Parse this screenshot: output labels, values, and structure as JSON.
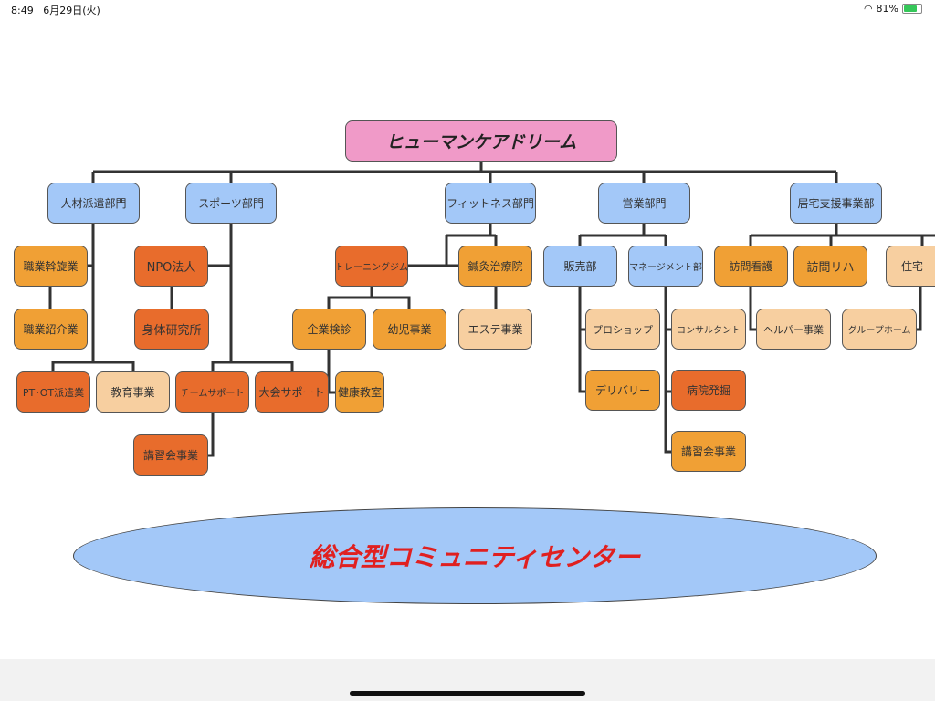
{
  "status_bar": {
    "time": "8:49",
    "date": "6月29日(火)",
    "battery": "81%",
    "battery_level": 0.81
  },
  "root": "ヒューマンケアドリーム",
  "departments": [
    "人材派遣部門",
    "スポーツ部門",
    "フィットネス部門",
    "営業部門",
    "居宅支援事業部"
  ],
  "units": {
    "shokugyo_assen": "職業斡旋業",
    "shokugyo_shokai": "職業紹介業",
    "ptot": "PT･OT派遣業",
    "kyoiku": "教育事業",
    "npo": "NPO法人",
    "shintai": "身体研究所",
    "team": "チームサポート",
    "taikai": "大会サポート",
    "koshu1": "講習会事業",
    "gym": "トレーニングジム",
    "kigyo": "企業検診",
    "yoji": "幼児事業",
    "kenko": "健康教室",
    "shinkyu": "鍼灸治療院",
    "este": "エステ事業",
    "hanbai": "販売部",
    "proshop": "プロショップ",
    "delivery": "デリバリー",
    "management": "マネージメント部",
    "consult": "コンサルタント",
    "byoin": "病院発掘",
    "koshu2": "講習会事業",
    "homon_kango": "訪問看護",
    "helper": "ヘルパー事業",
    "homon_reha": "訪問リハ",
    "jutaku": "住宅",
    "group_home": "グループホーム"
  },
  "center": "総合型コミュニティセンター",
  "colors": {
    "department": "#a3c8f8",
    "root": "#f09ac8",
    "core": "#e86c2c",
    "secondary": "#f0a035",
    "planned": "#f7cfa0",
    "center_text": "#e02020"
  }
}
